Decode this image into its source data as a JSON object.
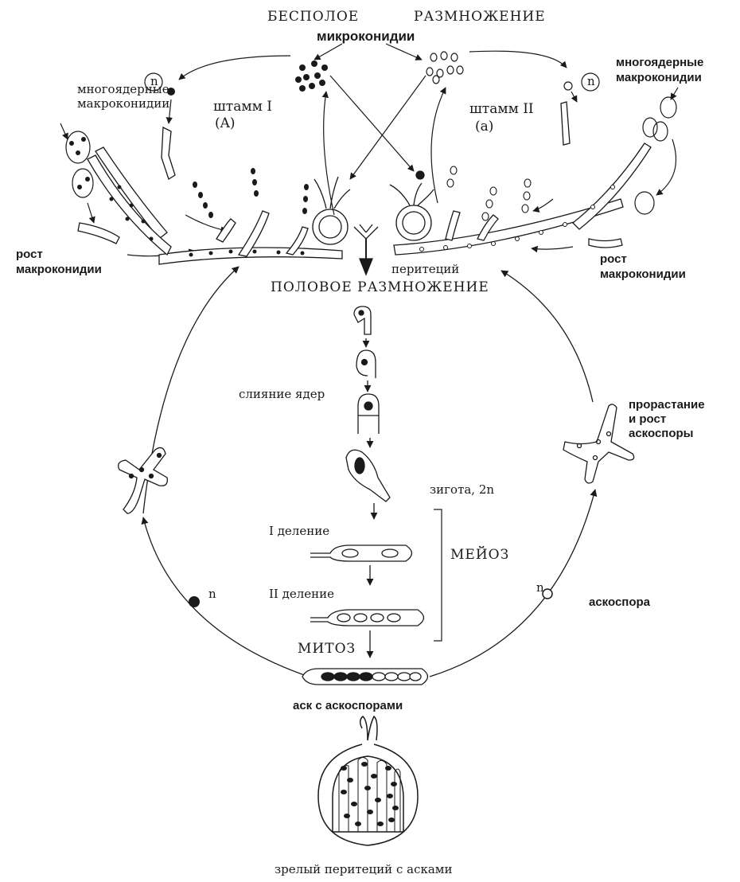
{
  "labels": {
    "asexual_title_left": "БЕСПОЛОЕ",
    "asexual_title_right": "РАЗМНОЖЕНИЕ",
    "microconidia": "микроконидии",
    "multinuc_macroconidia_left_1": "многоядерные",
    "multinuc_macroconidia_left_2": "макроконидии",
    "multinuc_macroconidia_right_1": "многоядерные",
    "multinuc_macroconidia_right_2": "макроконидии",
    "strain1": "штамм I",
    "strain1_mating": "(A)",
    "strain2": "штамм II",
    "strain2_mating": "(a)",
    "n_marker_left": "n",
    "n_marker_right": "n",
    "growth_left_1": "рост",
    "growth_left_2": "макроконидии",
    "growth_right_1": "рост",
    "growth_right_2": "макроконидии",
    "perithecium": "перитеций",
    "sexual_title": "ПОЛОВОЕ РАЗМНОЖЕНИЕ",
    "nuclear_fusion": "слияние ядер",
    "zygote": "зигота, 2n",
    "division_1": "I деление",
    "division_2": "II деление",
    "meiosis": "МЕЙОЗ",
    "mitosis": "МИТОЗ",
    "ascus_with_ascospores": "аск с аскоспорами",
    "germination_1": "прорастание",
    "germination_2": "и рост",
    "germination_3": "аскоспоры",
    "ascospore": "аскоспора",
    "n_spore_left": "n",
    "n_spore_right": "n",
    "mature_perithecium": "зрелый перитеций с асками"
  },
  "colors": {
    "ink": "#1a1a1a",
    "paper": "#ffffff"
  }
}
